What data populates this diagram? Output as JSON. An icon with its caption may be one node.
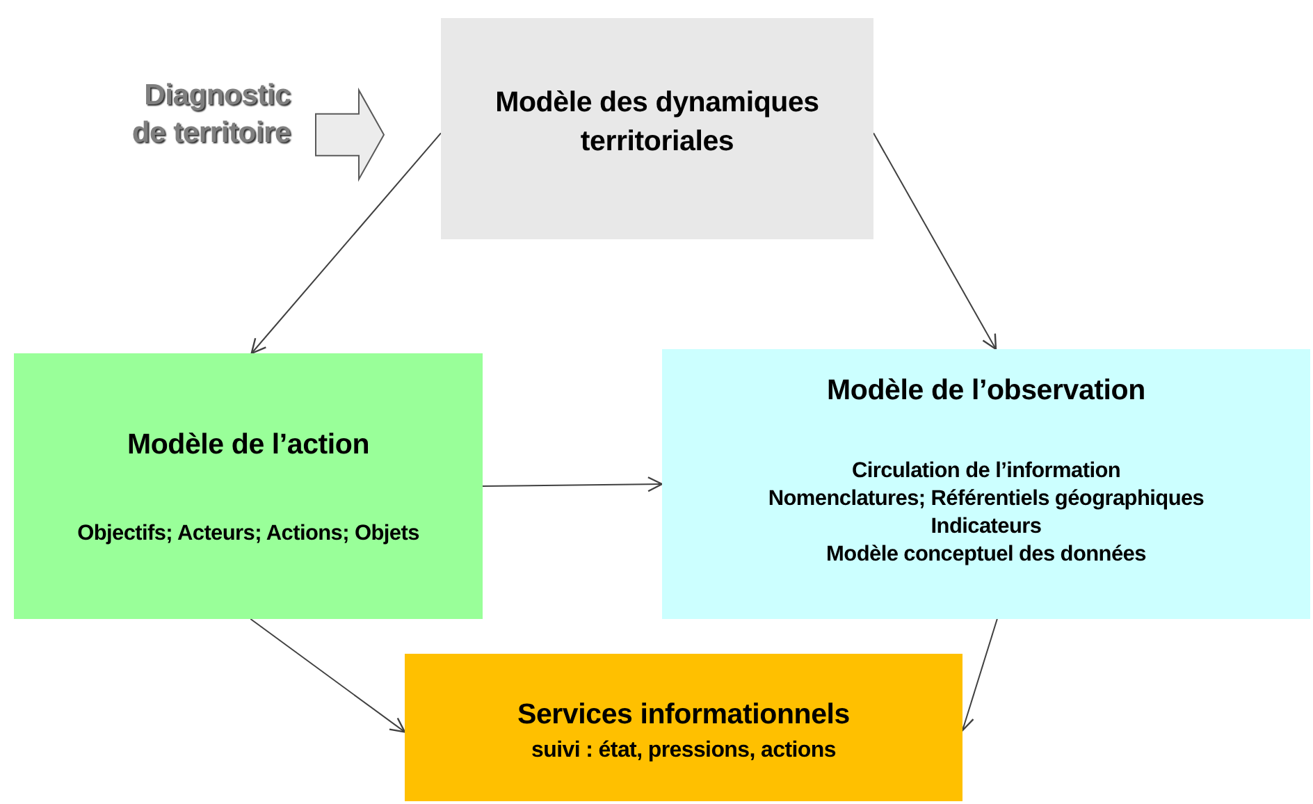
{
  "diagram": {
    "nodes": [
      {
        "text": [
          "Diagnostic de territoire"
        ]
      },
      {
        "text": [
          "Modèle des dynamiques territoriales"
        ]
      },
      {
        "text": [
          "Modèle de l’action",
          "Objectifs; Acteurs; Actions; Objets"
        ]
      },
      {
        "text": [
          "Modèle de l’observation",
          "Circulation de l’information",
          "Nomenclatures; Référentiels géographiques",
          "Indicateurs",
          "Modèle conceptuel des données"
        ]
      },
      {
        "text": [
          "Services informationnels",
          "suivi : état, pressions, actions"
        ]
      }
    ],
    "edges": [
      {
        "from": 0,
        "to": 1,
        "arrow": "to",
        "style": "thick"
      },
      {
        "from": 1,
        "to": 2,
        "arrow": "to"
      },
      {
        "from": 1,
        "to": 3,
        "arrow": "to"
      },
      {
        "from": 2,
        "to": 3,
        "arrow": "to"
      },
      {
        "from": 2,
        "to": 4,
        "arrow": "to"
      },
      {
        "from": 3,
        "to": 4,
        "arrow": "to"
      }
    ]
  }
}
